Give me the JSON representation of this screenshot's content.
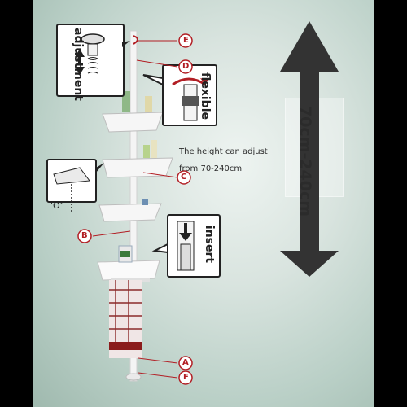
{
  "caption": {
    "line1": "The height can adjust",
    "line2": "from 70-240cm"
  },
  "height_range": "70cm-240cm",
  "callouts": {
    "adjustment": "adjustment",
    "flexible": "flexible",
    "insert": "insert",
    "o_label": "\"O\""
  },
  "markers": {
    "a": "A",
    "b": "B",
    "c": "C",
    "d": "D",
    "e": "E",
    "f": "F"
  },
  "colors": {
    "marker_red": "#b21e24",
    "arrow_dark": "#333333",
    "pole_white": "#f4f4f4"
  }
}
